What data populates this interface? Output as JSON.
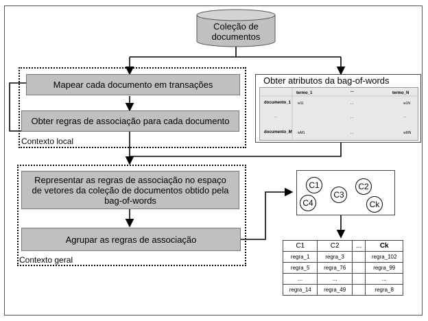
{
  "collection": {
    "label": "Coleção de documentos"
  },
  "local": {
    "map_label": "Mapear cada documento em transações",
    "rules_label": "Obter regras de associação para cada documento",
    "context_label": "Contexto local"
  },
  "bag": {
    "title": "Obter atributos da bag-of-words",
    "term1": "termo_1",
    "termN": "termo_N",
    "dots": "...",
    "doc1": "documento_1",
    "docM": "documento_M",
    "w11": "w11",
    "w1N": "w1N",
    "wM1": "wM1",
    "wMN": "wMN"
  },
  "global": {
    "represent_label": "Representar as regras de associação no espaço de vetores da coleção de documentos obtido pela bag-of-words",
    "group_label": "Agrupar as regras de associação",
    "context_label": "Contexto geral"
  },
  "clusters": {
    "c1": "C1",
    "c2": "C2",
    "c3": "C3",
    "c4": "C4",
    "ck": "Ck"
  },
  "rules_table": {
    "headers": [
      "C1",
      "C2",
      "...",
      "Ck"
    ],
    "rows": [
      [
        "regra_1",
        "regra_3",
        "",
        "regra_102"
      ],
      [
        "regra_5",
        "regra_76",
        "",
        "regra_99"
      ],
      [
        "...",
        "...",
        "",
        "..."
      ],
      [
        "regra_14",
        "regra_49",
        "",
        "regra_8"
      ]
    ]
  }
}
